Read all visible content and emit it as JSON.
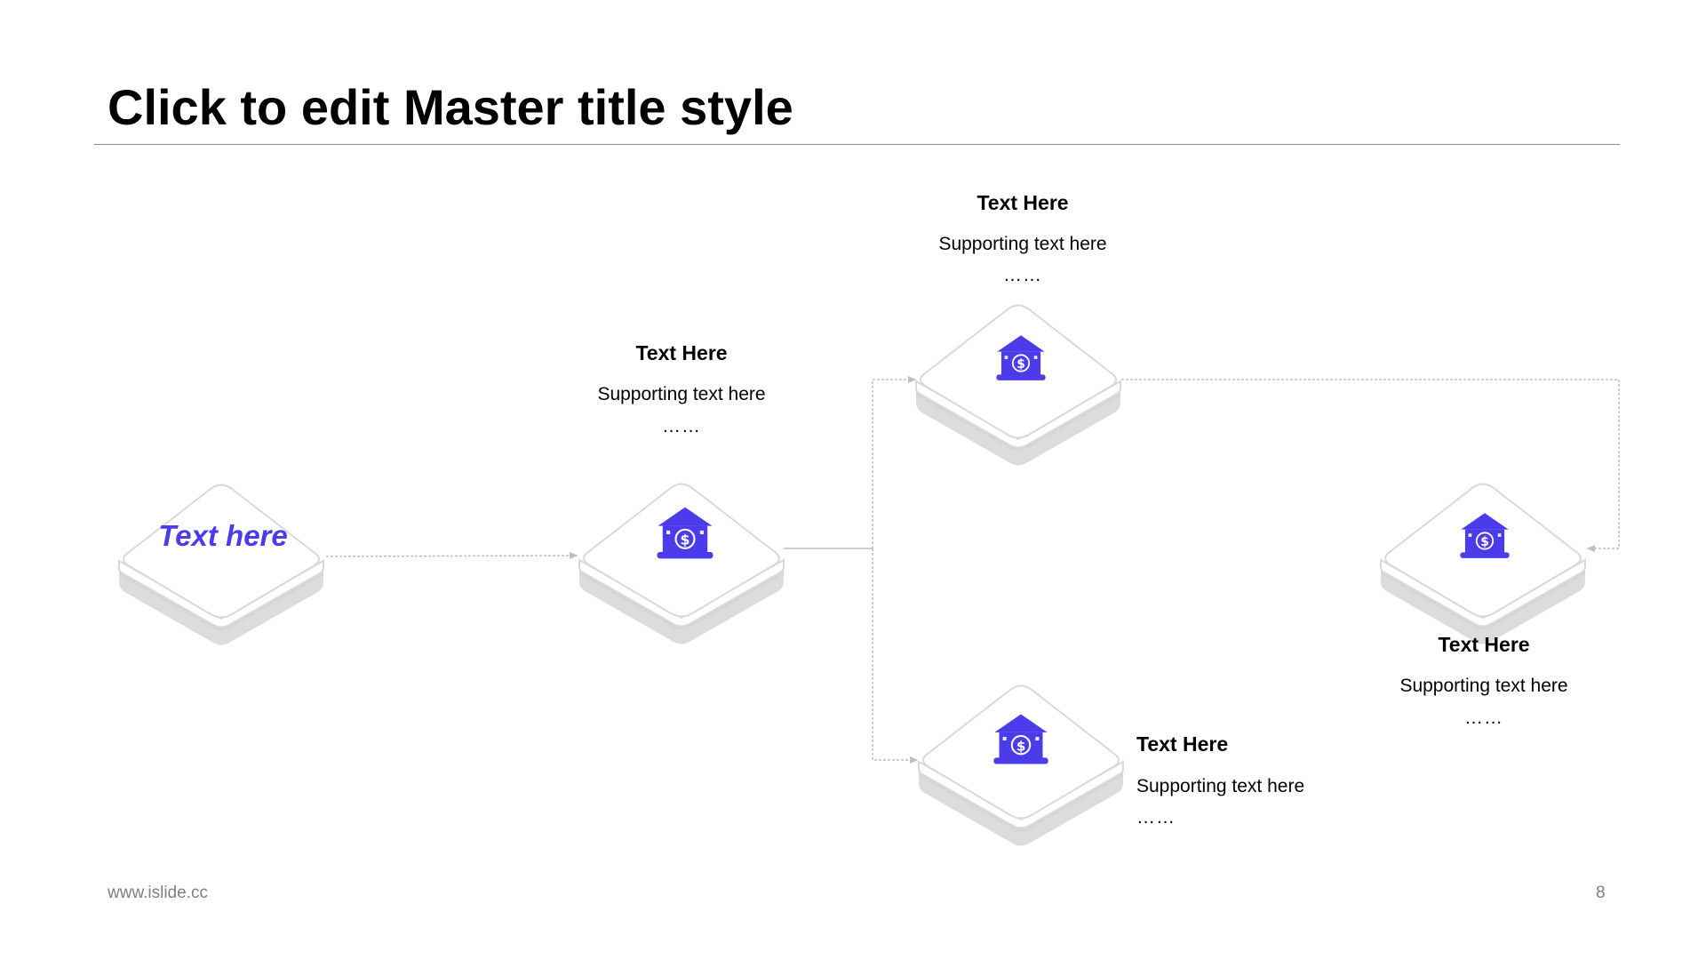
{
  "slide": {
    "title": "Click to edit Master title style",
    "footer_url": "www.islide.cc",
    "page_number": "8"
  },
  "colors": {
    "accent": "#4b3bea",
    "tile_outline": "#d9d9d9",
    "tile_shadow": "#d6d6d6",
    "connector": "#bfbfbf"
  },
  "diagram": {
    "start_node": {
      "label": "Text here"
    },
    "nodes": [
      {
        "id": "node-1",
        "icon": "bank-dollar-icon",
        "heading": "Text Here",
        "supporting": "Supporting  text here",
        "dots": "……"
      },
      {
        "id": "node-2",
        "icon": "bank-dollar-icon",
        "heading": "Text Here",
        "supporting": "Supporting  text here",
        "dots": "……"
      },
      {
        "id": "node-3",
        "icon": "bank-dollar-icon",
        "heading": "Text Here",
        "supporting": "Supporting  text here",
        "dots": "……"
      },
      {
        "id": "node-4",
        "icon": "bank-dollar-icon",
        "heading": "Text Here",
        "supporting": "Supporting  text here",
        "dots": "……"
      }
    ],
    "connections": [
      {
        "from": "start",
        "to": "node-1"
      },
      {
        "from": "node-1",
        "to": "node-2"
      },
      {
        "from": "node-1",
        "to": "node-3"
      },
      {
        "from": "node-2",
        "to": "node-4"
      }
    ]
  }
}
